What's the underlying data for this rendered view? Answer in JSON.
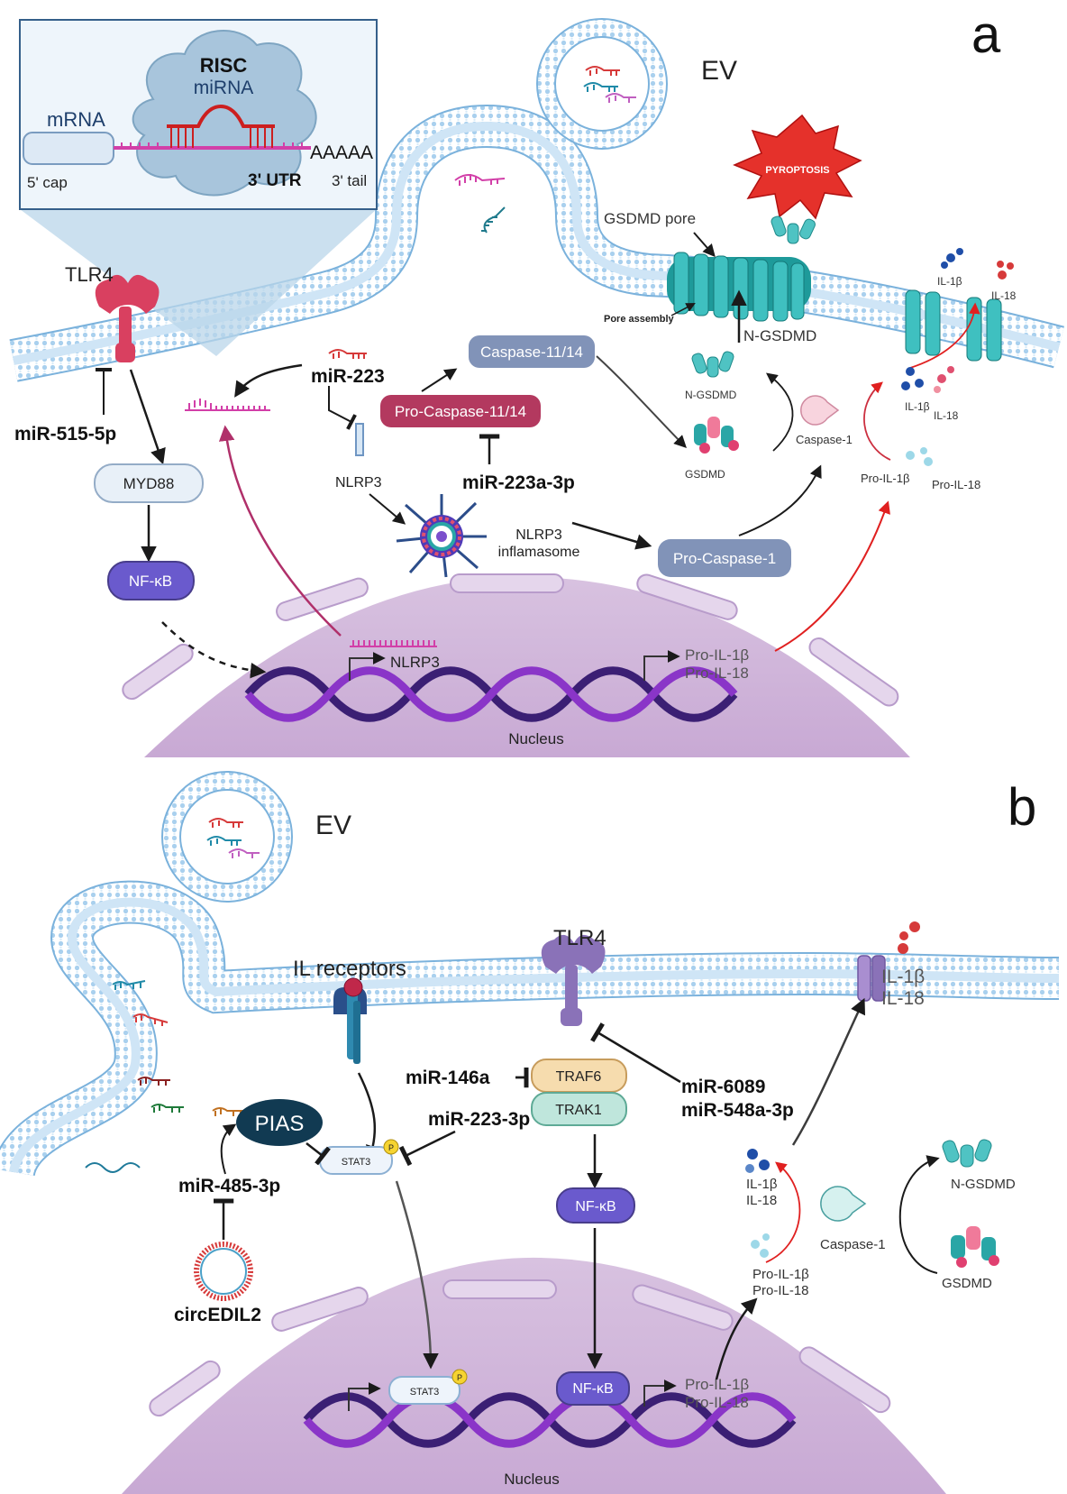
{
  "panel_a": {
    "letter": "a",
    "ev_label": "EV",
    "inset": {
      "risc": "RISC",
      "mirna": "miRNA",
      "mrna": "mRNA",
      "five_cap": "5' cap",
      "three_utr": "3' UTR",
      "polya": "AAAAA",
      "three_tail": "3' tail"
    },
    "tlr4": "TLR4",
    "mir515": "miR-515-5p",
    "myd88": "MYD88",
    "nfkb": "NF-κB",
    "mir223": "miR-223",
    "nlrp3": "NLRP3",
    "inflammasome_line1": "NLRP3",
    "inflammasome_line2": "inflamasome",
    "caspase1114": "Caspase-11/14",
    "procaspase1114": "Pro-Caspase-11/14",
    "mir223a3p": "miR-223a-3p",
    "procaspase1": "Pro-Caspase-1",
    "pyroptosis": "PYROPTOSIS",
    "gsdmd_pore": "GSDMD pore",
    "pore_assembly": "Pore assembly",
    "n_gsdmd_big": "N-GSDMD",
    "n_gsdmd_small": "N-GSDMD",
    "gsdmd": "GSDMD",
    "caspase1": "Caspase-1",
    "il1b_top": "IL-1β",
    "il18_top": "IL-18",
    "il1b_mid": "IL-1β",
    "il18_mid": "IL-18",
    "pro_il1b": "Pro-IL-1β",
    "pro_il18": "Pro-IL-18",
    "nucleus_nlrp3": "NLRP3",
    "nucleus_pro_il1b": "Pro-IL-1β",
    "nucleus_pro_il18": "Pro-IL-18",
    "nucleus": "Nucleus"
  },
  "panel_b": {
    "letter": "b",
    "ev_label": "EV",
    "il_receptors": "IL receptors",
    "tlr4": "TLR4",
    "il1b": "IL-1β",
    "il18": "IL-18",
    "mir146a": "miR-146a",
    "traf6": "TRAF6",
    "trak1": "TRAK1",
    "mir6089": "miR-6089",
    "mir548a": "miR-548a-3p",
    "mir2233p": "miR-223-3p",
    "pias": "PIAS",
    "stat3": "STAT3",
    "phospho": "P",
    "mir4853p": "miR-485-3p",
    "circedil2": "circEDIL2",
    "nfkb": "NF-κB",
    "il1b_cyt": "IL-1β",
    "il18_cyt": "IL-18",
    "caspase1": "Caspase-1",
    "n_gsdmd": "N-GSDMD",
    "gsdmd": "GSDMD",
    "pro_il1b": "Pro-IL-1β",
    "pro_il18": "Pro-IL-18",
    "nucleus_stat3": "STAT3",
    "nucleus_nfkb": "NF-κB",
    "nucleus_pro_il1b": "Pro-IL-1β",
    "nucleus_pro_il18": "Pro-IL-18",
    "nucleus": "Nucleus"
  },
  "colors": {
    "membrane": "#9ec9ea",
    "membrane_dark": "#6fa8d6",
    "nucleus": "#d9c3e0",
    "dna_purple": "#7b2fb5",
    "dna_dark": "#3b1f74",
    "nfkb": "#6a5acd",
    "caspase": "#8193b8",
    "procasp1114": "#b3395f",
    "tlr4_a": "#d94060",
    "tlr4_b": "#8a72b8",
    "gsdmd_teal": "#2aa6a6",
    "pyroptosis_red": "#e5312b"
  }
}
